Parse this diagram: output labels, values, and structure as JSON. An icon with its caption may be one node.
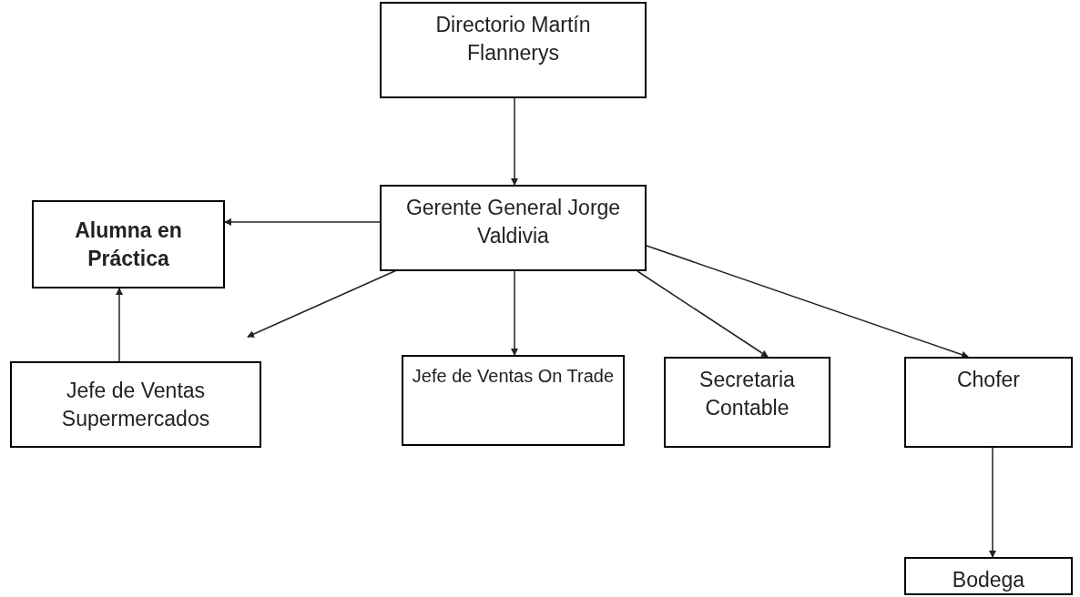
{
  "diagram": {
    "nodes": [
      {
        "text": [
          "Directorio Martín Flannerys"
        ]
      },
      {
        "text": [
          "Gerente General Jorge Valdivia"
        ]
      },
      {
        "text": [
          "Alumna en Práctica"
        ]
      },
      {
        "text": [
          "Jefe de Ventas Supermercados"
        ]
      },
      {
        "text": [
          "Jefe de Ventas On Trade"
        ]
      },
      {
        "text": [
          "Secretaria Contable"
        ]
      },
      {
        "text": [
          "Chofer"
        ]
      },
      {
        "text": [
          "Bodega"
        ]
      }
    ],
    "edges": [
      {
        "from": 0,
        "to": 1,
        "arrow": "to"
      },
      {
        "from": 1,
        "to": 2,
        "arrow": "to"
      },
      {
        "from": 3,
        "to": 2,
        "arrow": "to"
      },
      {
        "from": 1,
        "to": 3,
        "arrow": "to"
      },
      {
        "from": 1,
        "to": 4,
        "arrow": "to"
      },
      {
        "from": 1,
        "to": 5,
        "arrow": "to"
      },
      {
        "from": 1,
        "to": 6,
        "arrow": "to"
      },
      {
        "from": 6,
        "to": 7,
        "arrow": "to"
      }
    ]
  }
}
